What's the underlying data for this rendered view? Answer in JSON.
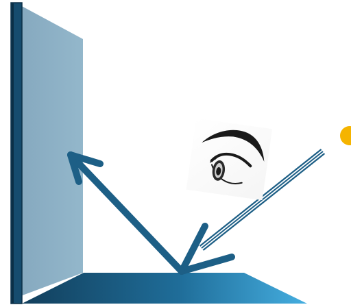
{
  "scene": {
    "elements": [
      "back-wall-mirror",
      "floor-mirror",
      "incident-light-ray",
      "reflected-arrow",
      "observer-eye",
      "light-source"
    ]
  },
  "colors": {
    "background": "#ffffff",
    "wall_face": "#8fb2c6",
    "wall_edge": "#164c6e",
    "wall_edge_dark": "#0b2f46",
    "floor_dark": "#174d6c",
    "floor_light": "#3aa0d6",
    "arrow": "#1d5f86",
    "light_source": "#f5b400",
    "eye_ink": "#1a1a1a"
  },
  "icons": {
    "eye": "eye-icon",
    "light": "sun-dot-icon"
  }
}
